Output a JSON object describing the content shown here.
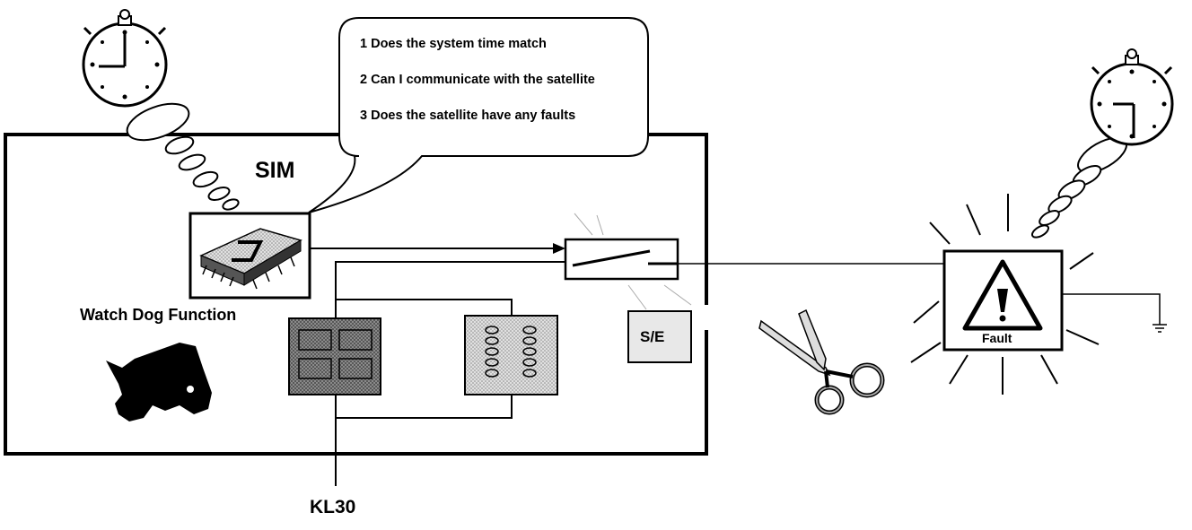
{
  "diagram": {
    "sim_label": "SIM",
    "watchdog_label": "Watch Dog Function",
    "kl30_label": "KL30",
    "se_label": "S/E",
    "fault_label": "Fault",
    "bubble": {
      "lines": [
        "1 Does the system time match",
        "2 Can I communicate with the satellite",
        "3 Does the satellite have any faults"
      ]
    },
    "icons": [
      "stopwatch-icon",
      "chip-icon",
      "dog-icon",
      "scissors-icon",
      "warning-triangle-icon",
      "ground-symbol-icon"
    ]
  }
}
